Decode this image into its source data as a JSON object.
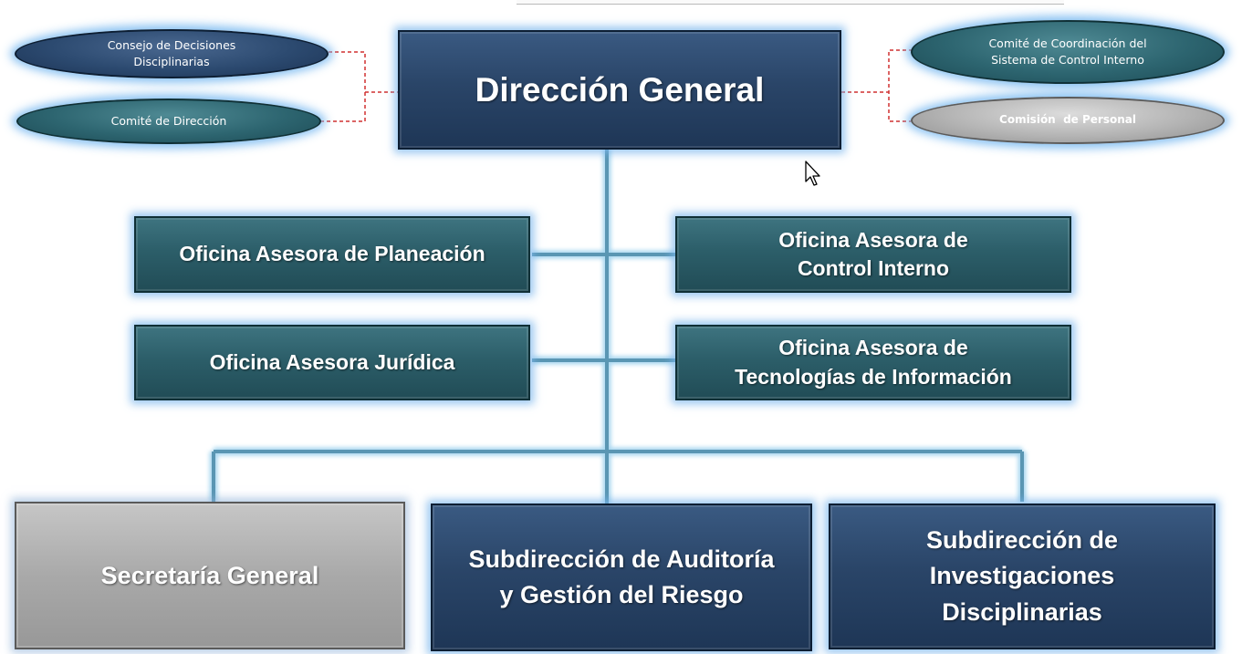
{
  "header": {
    "direccion_general": "Dirección General"
  },
  "committees": {
    "consejo_line1": "Consejo de Decisiones",
    "consejo_line2": "Disciplinarias",
    "comite_direccion": "Comité de Dirección",
    "comite_coordinacion_line1": "Comité de Coordinación del",
    "comite_coordinacion_line2": "Sistema de Control Interno",
    "comision_personal": "Comisión  de Personal"
  },
  "advisory": {
    "planeacion": "Oficina Asesora de Planeación",
    "control_line1": "Oficina Asesora de",
    "control_line2": "Control Interno",
    "juridica": "Oficina Asesora Jurídica",
    "tecnologias_line1": "Oficina Asesora de",
    "tecnologias_line2": "Tecnologías de Información"
  },
  "units": {
    "secretaria": "Secretaría General",
    "auditoria_line1": "Subdirección de Auditoría",
    "auditoria_line2": "y Gestión del Riesgo",
    "investigaciones_line1": "Subdirección de",
    "investigaciones_line2": "Investigaciones",
    "investigaciones_line3": "Disciplinarias"
  },
  "colors": {
    "navy": "#2a4568",
    "teal": "#2c5e69",
    "grey": "#a9a9a9",
    "connector": "#5a96b3",
    "connector_glow": "#9fd2ee",
    "dashed_link": "#d03030"
  }
}
